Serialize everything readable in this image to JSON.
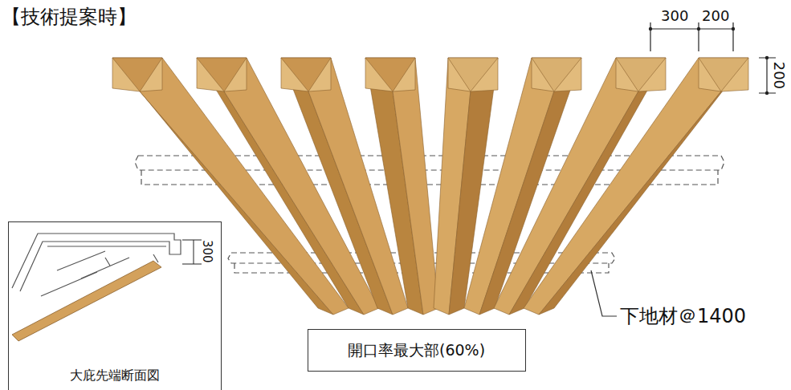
{
  "diagram": {
    "title": "【技術提案時】",
    "nodes": [
      {
        "text": [
          "大庇先端断面図"
        ]
      },
      {
        "text": [
          "開口率最大部(60%)"
        ]
      }
    ],
    "labels": [
      "300",
      "200",
      "200",
      "300",
      "下地材＠1400"
    ]
  }
}
